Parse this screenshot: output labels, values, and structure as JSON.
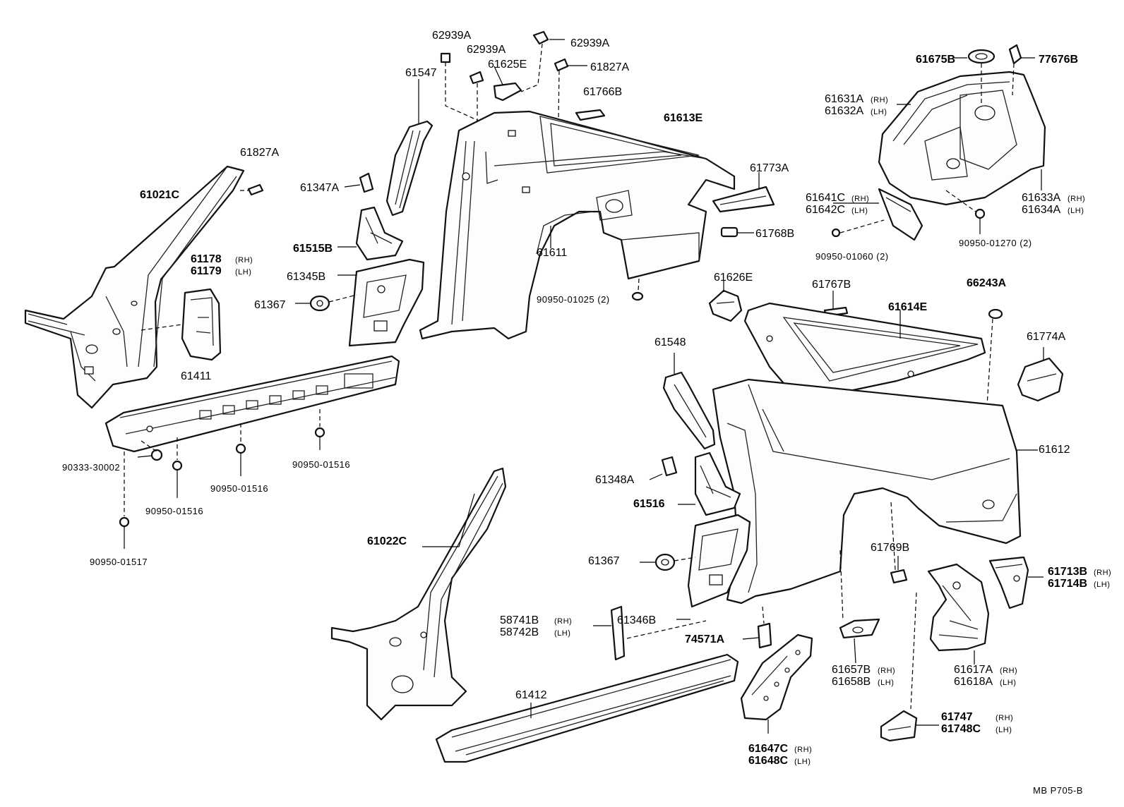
{
  "labels": {
    "p62939a_1": "62939A",
    "p62939a_2": "62939A",
    "p62939a_3": "62939A",
    "p61625e": "61625E",
    "p61827a_1": "61827A",
    "p61766b": "61766B",
    "p61613e": "61613E",
    "p61547": "61547",
    "p61827a_2": "61827A",
    "p61021c": "61021C",
    "p61347a": "61347A",
    "p61515b": "61515B",
    "p61345b": "61345B",
    "p61367_1": "61367",
    "p61178": "61178",
    "p61179": "61179",
    "p61411": "61411",
    "p61611": "61611",
    "p61773a": "61773A",
    "p61768b": "61768B",
    "p90950_01025": "90950-01025 (2)",
    "p61675b": "61675B",
    "p77676b": "77676B",
    "p61631a": "61631A",
    "p61632a": "61632A",
    "p61641c": "61641C",
    "p61642c": "61642C",
    "p61633a": "61633A",
    "p61634a": "61634A",
    "p90950_01060": "90950-01060 (2)",
    "p90950_01270": "90950-01270 (2)",
    "p61626e": "61626E",
    "p61767b": "61767B",
    "p61614e": "61614E",
    "p66243a": "66243A",
    "p61774a": "61774A",
    "p61548": "61548",
    "p61612": "61612",
    "p61348a": "61348A",
    "p61516": "61516",
    "p90333_30002": "90333-30002",
    "p90950_01516_1": "90950-01516",
    "p90950_01516_2": "90950-01516",
    "p90950_01516_3": "90950-01516",
    "p90950_01517": "90950-01517",
    "p61022c": "61022C",
    "p61367_2": "61367",
    "p61346b": "61346B",
    "p58741b": "58741B",
    "p58742b": "58742B",
    "p74571a": "74571A",
    "p61769b": "61769B",
    "p61713b": "61713B",
    "p61714b": "61714B",
    "p61657b": "61657B",
    "p61658b": "61658B",
    "p61617a": "61617A",
    "p61618a": "61618A",
    "p61412": "61412",
    "p61747": "61747",
    "p61748c": "61748C",
    "p61647c": "61647C",
    "p61648c": "61648C",
    "rh": "(RH)",
    "lh": "(LH)",
    "drawing_code": "MB  P705-B"
  },
  "colors": {
    "ink": "#111111",
    "paper": "#ffffff"
  }
}
